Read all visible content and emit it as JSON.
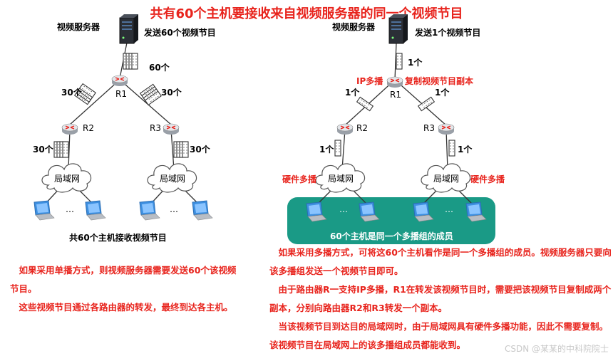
{
  "title": "共有60个主机要接收来自视频服务器的同一个视频节目",
  "left": {
    "server_label": "视频服务器",
    "send_label": "发送60个视频节目",
    "count_top": "60个",
    "count_r1_left": "30个",
    "count_r1_right": "30个",
    "count_r2": "30个",
    "count_r3": "30个",
    "r1": "R1",
    "r2": "R2",
    "r3": "R3",
    "lan1": "局域网",
    "lan2": "局域网",
    "dots": "…",
    "summary": "共60个主机接收视频节目",
    "paragraphs": [
      "　如果采用单播方式，则视频服务器需要发送60个该视频节目。",
      "　这些视频节目通过各路由器的转发，最终到达各主机。"
    ]
  },
  "right": {
    "server_label": "视频服务器",
    "send_label": "发送1个视频节目",
    "count_top": "1个",
    "count_r1_left": "1个",
    "count_r1_right": "1个",
    "count_r2": "1个",
    "count_r3": "1个",
    "r1": "R1",
    "r2": "R2",
    "r3": "R3",
    "ip_multicast": "IP多播",
    "copy_label": "复制视频节目副本",
    "hw_multicast_left": "硬件多播",
    "hw_multicast_right": "硬件多播",
    "lan1": "局域网",
    "lan2": "局域网",
    "dots": "…",
    "group_label": "60个主机是同一个多播组的成员",
    "paragraphs": [
      "　如果采用多播方式，可将这60个主机看作是同一个多播组的成员。视频服务器只要向该多播组发送一个视频节目即可。",
      "　由于路由器R一支持IP多播，R1在转发该视频节目时，需要把该视频节目复制成两个副本，分别向路由器R2和R3转发一个副本。",
      "　当该视频节目到达目的局域网时，由于局域网具有硬件多播功能，因此不需要复制。该视频节目在局域网上的该多播组成员都能收到。"
    ]
  },
  "watermark": "CSDN @某某的中科院院士",
  "colors": {
    "red": "#e8241d",
    "group_fill": "#1a9a86",
    "cloud_stroke": "#555555",
    "line": "#333333"
  }
}
